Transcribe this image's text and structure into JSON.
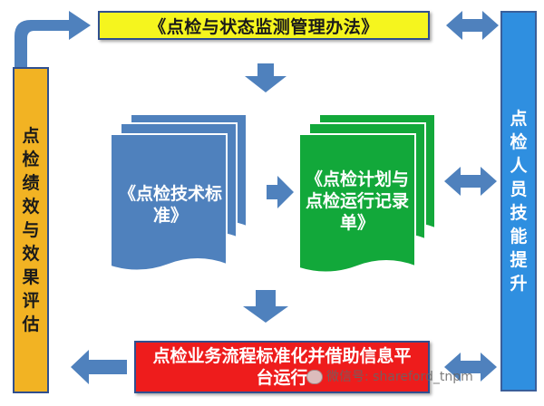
{
  "colors": {
    "arrow": "#4f81bd",
    "yellow_box": "#f5f51e",
    "orange_bar": "#f2b323",
    "blue_bar": "#2f8fe0",
    "red_box": "#ee1c1c",
    "blue_doc": "#4f81bd",
    "green_doc": "#12a83a"
  },
  "top_box": {
    "text": "《点检与状态监测管理办法》"
  },
  "left_bar": {
    "text": "点检绩效与效果评估"
  },
  "right_bar": {
    "text": "点检人员技能提升"
  },
  "doc_blue": {
    "text": "《点检技术标准》"
  },
  "doc_green": {
    "text": "《点检计划与点检运行记录单》"
  },
  "bottom_box": {
    "text": "点检业务流程标准化并借助信息平台运行"
  },
  "watermark": {
    "text": "微信号: shareford_tnpm"
  }
}
